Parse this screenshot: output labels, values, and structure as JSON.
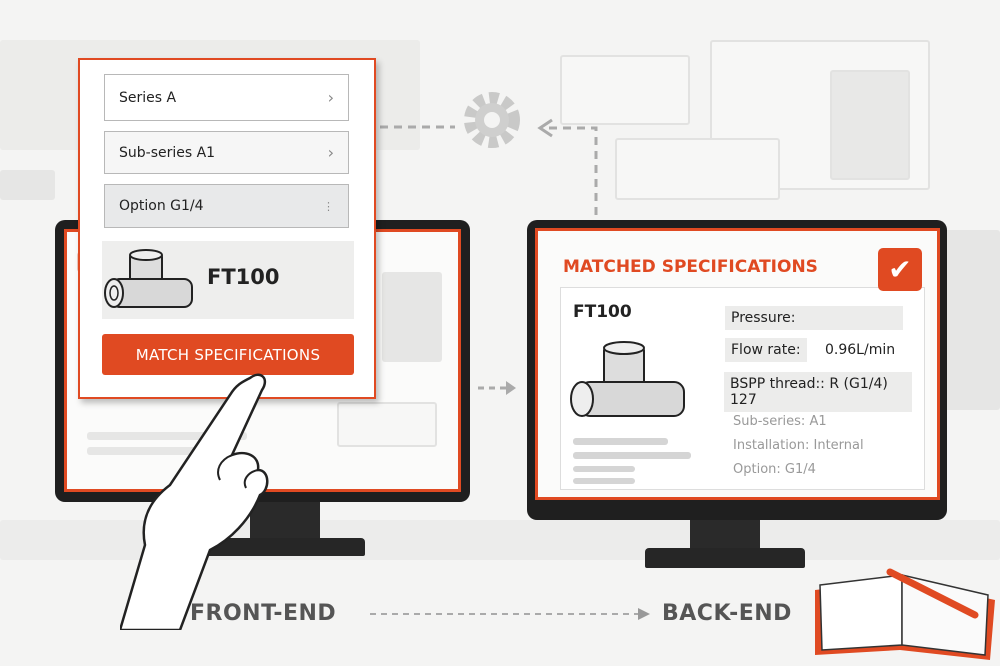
{
  "front_panel": {
    "series": "Series A",
    "sub_series": "Sub-series A1",
    "option": "Option G1/4",
    "product": "FT100",
    "match_button": "MATCH SPECIFICATIONS"
  },
  "back_panel": {
    "title": "MATCHED SPECIFICATIONS",
    "product": "FT100",
    "pressure_label": "Pressure:",
    "flow_label": "Flow rate:",
    "flow_value": "0.96L/min",
    "thread_label": "BSPP thread::",
    "thread_value": "R (G1/4) 127",
    "sub_series": "Sub-series: A1",
    "installation": "Installation: Internal",
    "option": "Option: G1/4"
  },
  "labels": {
    "front": "FRONT-END",
    "back": "BACK-END"
  },
  "colors": {
    "accent": "#e04a22",
    "bezel": "#1f1f1f"
  }
}
